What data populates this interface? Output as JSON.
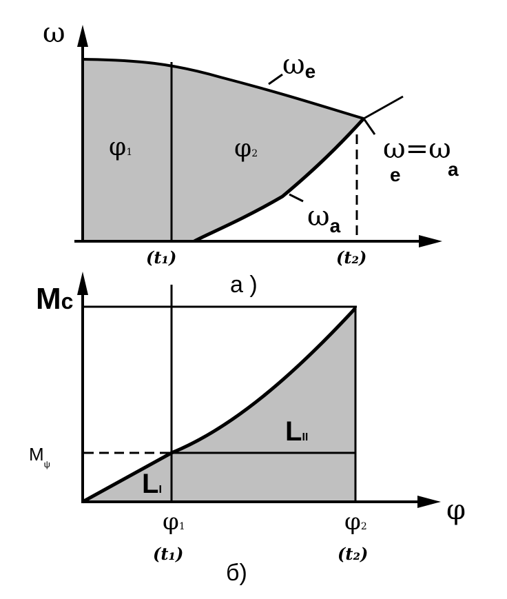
{
  "colors": {
    "fill": "#c0c0c0",
    "line": "#000000",
    "background": "#ffffff"
  },
  "top": {
    "y_axis_label": "ω",
    "curve_e_main": "ω",
    "curve_e_sub": "e",
    "curve_a_main": "ω",
    "curve_a_sub": "a",
    "eq_left_main": "ω",
    "eq_left_sub": "e",
    "eq_equals": "=",
    "eq_right_main": "ω",
    "eq_right_sub": "a",
    "region1_main": "φ",
    "region1_sub": "1",
    "region2_main": "φ",
    "region2_sub": "2",
    "tick_t1": "(t₁)",
    "tick_t2": "(t₂)",
    "caption": "a )"
  },
  "bottom": {
    "y_axis_label_main": "M",
    "y_axis_label_sub": "c",
    "level_main": "M",
    "level_sub": "ψ",
    "area1_main": "L",
    "area1_sub": "I",
    "area2_main": "L",
    "area2_sub": "II",
    "x_axis_label": "φ",
    "tick_phi1_main": "φ",
    "tick_phi1_sub": "1",
    "tick_phi2_main": "φ",
    "tick_phi2_sub": "2",
    "tick_t1": "(t₁)",
    "tick_t2": "(t₂)",
    "caption": "б)"
  }
}
